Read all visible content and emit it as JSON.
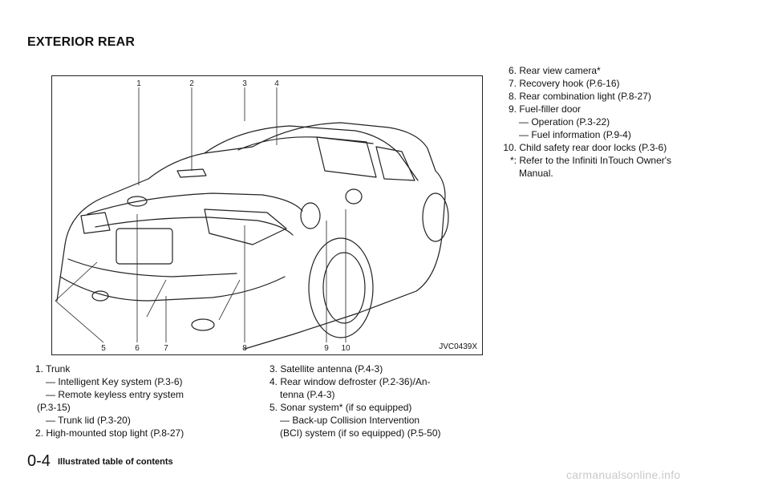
{
  "heading": "EXTERIOR REAR",
  "figure": {
    "code": "JVC0439X",
    "callouts": [
      "1",
      "2",
      "3",
      "4",
      "5",
      "6",
      "7",
      "8",
      "9",
      "10"
    ]
  },
  "col1": {
    "i1": {
      "num": "1.",
      "text": "Trunk"
    },
    "i1a": "— Intelligent Key system (P.3-6)",
    "i1b1": "— Remote keyless entry system",
    "i1b2": "(P.3-15)",
    "i1c": "— Trunk lid (P.3-20)",
    "i2": {
      "num": "2.",
      "text": "High-mounted stop light (P.8-27)"
    }
  },
  "col2": {
    "i3": {
      "num": "3.",
      "text": "Satellite antenna (P.4-3)"
    },
    "i4": {
      "num": "4.",
      "text": "Rear window defroster (P.2-36)/An-"
    },
    "i4b": "tenna (P.4-3)",
    "i5": {
      "num": "5.",
      "text": "Sonar system* (if so equipped)"
    },
    "i5a": "— Back-up Collision Intervention",
    "i5b": "(BCI) system (if so equipped) (P.5-50)"
  },
  "col3": {
    "i6": {
      "num": "6.",
      "text": "Rear view camera*"
    },
    "i7": {
      "num": "7.",
      "text": "Recovery hook (P.6-16)"
    },
    "i8": {
      "num": "8.",
      "text": "Rear combination light (P.8-27)"
    },
    "i9": {
      "num": "9.",
      "text": "Fuel-filler door"
    },
    "i9a": "— Operation (P.3-22)",
    "i9b": "— Fuel information (P.9-4)",
    "i10": {
      "num": "10.",
      "text": "Child safety rear door locks (P.3-6)"
    },
    "note": {
      "num": "*:",
      "text": "Refer to the Infiniti InTouch Owner's"
    },
    "note2": "Manual."
  },
  "footer": {
    "page": "0-4",
    "title": "Illustrated table of contents"
  },
  "watermark": "carmanualsonline.info"
}
